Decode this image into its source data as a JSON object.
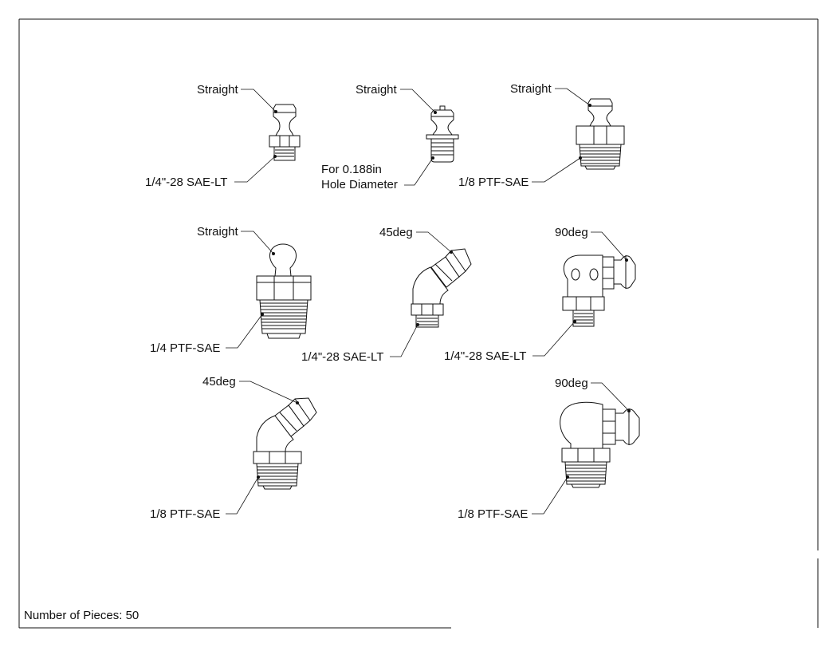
{
  "sheet": {
    "pieces_label": "Number of Pieces:",
    "pieces_count": "50"
  },
  "fittings": [
    {
      "top_label": "Straight",
      "bottom_label": "1/4\"-28 SAE-LT"
    },
    {
      "top_label": "Straight",
      "bottom_label_line1": "For 0.188in",
      "bottom_label_line2": "Hole Diameter"
    },
    {
      "top_label": "Straight",
      "bottom_label": "1/8 PTF-SAE"
    },
    {
      "top_label": "Straight",
      "bottom_label": "1/4 PTF-SAE"
    },
    {
      "top_label": "45deg",
      "bottom_label": "1/4\"-28 SAE-LT"
    },
    {
      "top_label": "90deg",
      "bottom_label": "1/4\"-28 SAE-LT"
    },
    {
      "top_label": "45deg",
      "bottom_label": "1/8 PTF-SAE"
    },
    {
      "top_label": "90deg",
      "bottom_label": "1/8 PTF-SAE"
    }
  ]
}
